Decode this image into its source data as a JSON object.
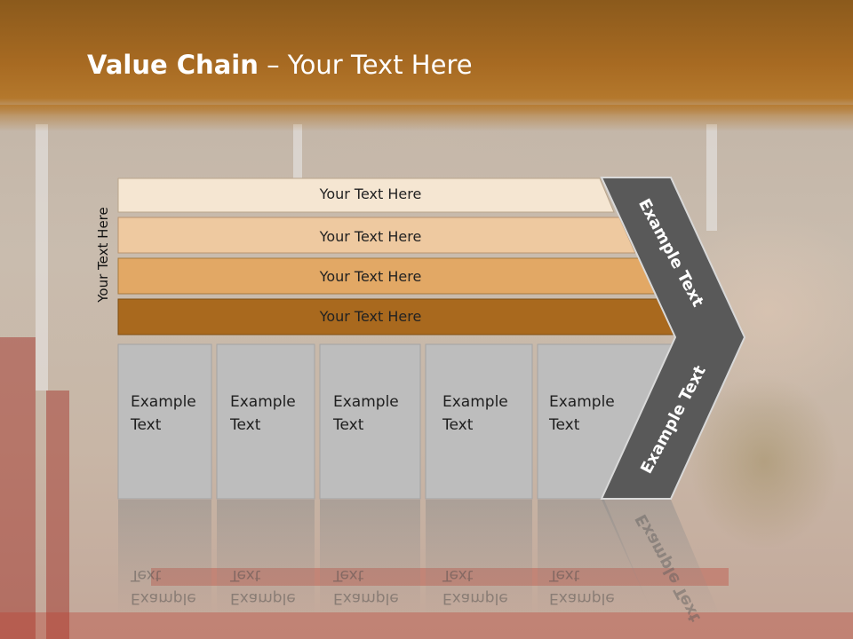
{
  "slide": {
    "title_bold": "Value Chain",
    "title_rest": " – Your Text Here",
    "vertical_label": "Your Text Here"
  },
  "rows": [
    {
      "label": "Your Text Here",
      "color": "#f5e6d2"
    },
    {
      "label": "Your Text Here",
      "color": "#eec9a0"
    },
    {
      "label": "Your Text Here",
      "color": "#e2a865"
    },
    {
      "label": "Your Text Here",
      "color": "#a9691e"
    }
  ],
  "columns": [
    {
      "label": "Example\nText"
    },
    {
      "label": "Example\nText"
    },
    {
      "label": "Example\nText"
    },
    {
      "label": "Example\nText"
    },
    {
      "label": "Example\nText"
    }
  ],
  "chevron": {
    "upper_label": "Example Text",
    "lower_label": "Example Text",
    "color": "#595959"
  },
  "colors": {
    "header": "#a76a22",
    "column_fill": "#bdbdbd"
  }
}
